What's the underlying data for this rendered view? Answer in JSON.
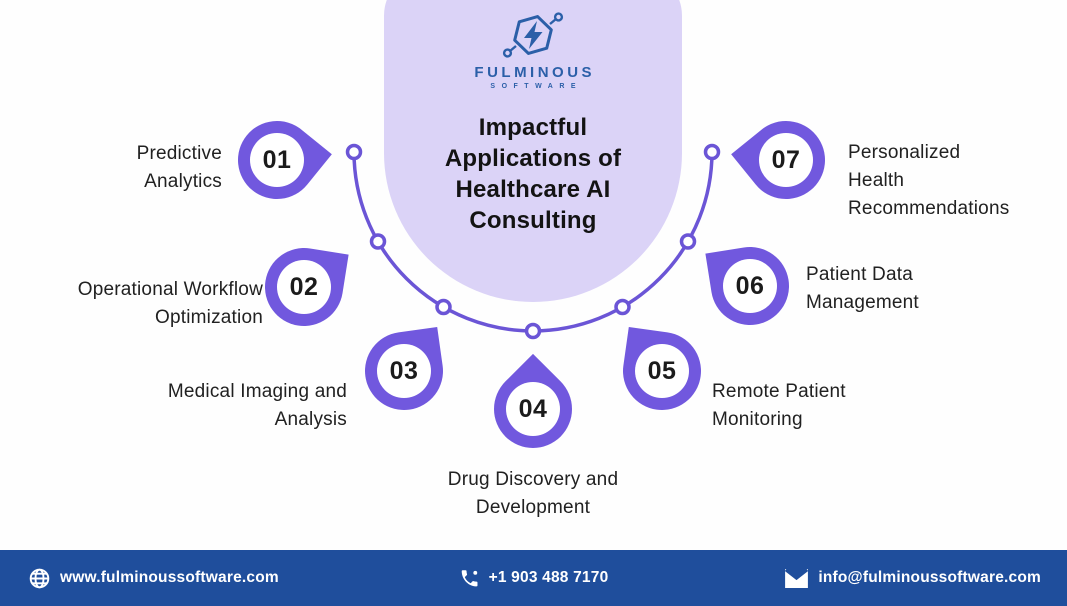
{
  "brand": {
    "name": "FULMINOUS",
    "tagline": "SOFTWARE",
    "logo_icon": "hexagon-lightning-bolt",
    "logo_color": "#2b5fa8"
  },
  "title": {
    "text": "Impactful Applications of Healthcare AI Consulting",
    "lines": [
      "Impactful",
      "Applications of",
      "Healthcare AI",
      "Consulting"
    ]
  },
  "items": [
    {
      "number": "01",
      "label": "Predictive Analytics",
      "lines": [
        "Predictive",
        "Analytics"
      ]
    },
    {
      "number": "02",
      "label": "Operational Workflow Optimization",
      "lines": [
        "Operational Workflow",
        "Optimization"
      ]
    },
    {
      "number": "03",
      "label": "Medical Imaging and Analysis",
      "lines": [
        "Medical Imaging and",
        "Analysis"
      ]
    },
    {
      "number": "04",
      "label": "Drug Discovery and Development",
      "lines": [
        "Drug Discovery and",
        "Development"
      ]
    },
    {
      "number": "05",
      "label": "Remote Patient Monitoring",
      "lines": [
        "Remote Patient",
        "Monitoring"
      ]
    },
    {
      "number": "06",
      "label": "Patient Data Management",
      "lines": [
        "Patient Data",
        "Management"
      ]
    },
    {
      "number": "07",
      "label": "Personalized Health Recommendations",
      "lines": [
        "Personalized",
        "Health",
        "Recommendations"
      ]
    }
  ],
  "footer": {
    "website": "www.fulminoussoftware.com",
    "phone": "+1 903 488 7170",
    "email": "info@fulminoussoftware.com"
  },
  "colors": {
    "accent_purple": "#7158de",
    "arc_purple": "#6b55d6",
    "lavender_blob": "#dbd3f7",
    "footer_blue": "#1f4e9c",
    "text_dark": "#212121"
  }
}
